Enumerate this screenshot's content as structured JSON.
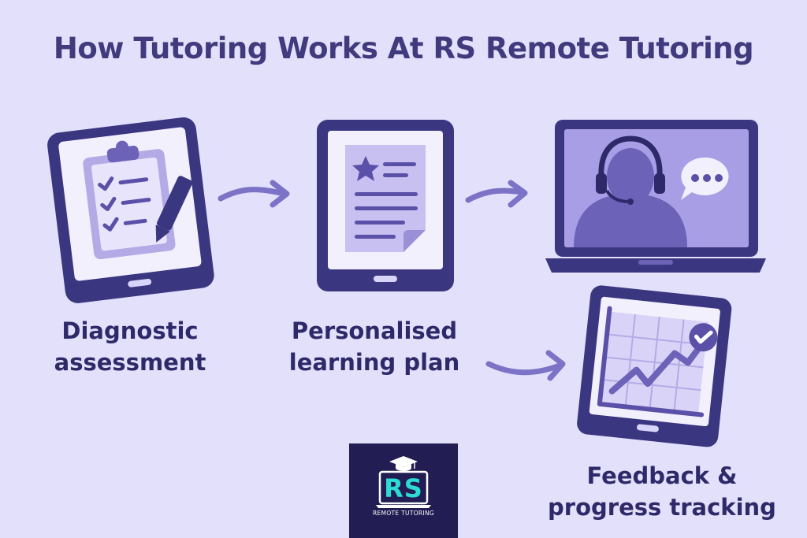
{
  "header": {
    "title": "How Tutoring Works At RS Remote Tutoring"
  },
  "steps": [
    {
      "line1": "Diagnostic",
      "line2": "assessment",
      "icon": "clipboard-checklist-icon"
    },
    {
      "line1": "Personalised",
      "line2": "learning plan",
      "icon": "lesson-plan-document-icon"
    },
    {
      "line1": "",
      "line2": "",
      "icon": "video-session-laptop-icon"
    },
    {
      "line1": "Feedback &",
      "line2": "progress tracking",
      "icon": "progress-chart-icon"
    }
  ],
  "logo": {
    "letters": "RS",
    "tagline": "REMOTE TUTORING"
  },
  "colors": {
    "background": "#e3e0fb",
    "primary": "#3b3680",
    "accent": "#7c72c6",
    "text": "#2e2a6a",
    "logo_bg": "#221d52",
    "logo_text": "#2cdbd4"
  }
}
